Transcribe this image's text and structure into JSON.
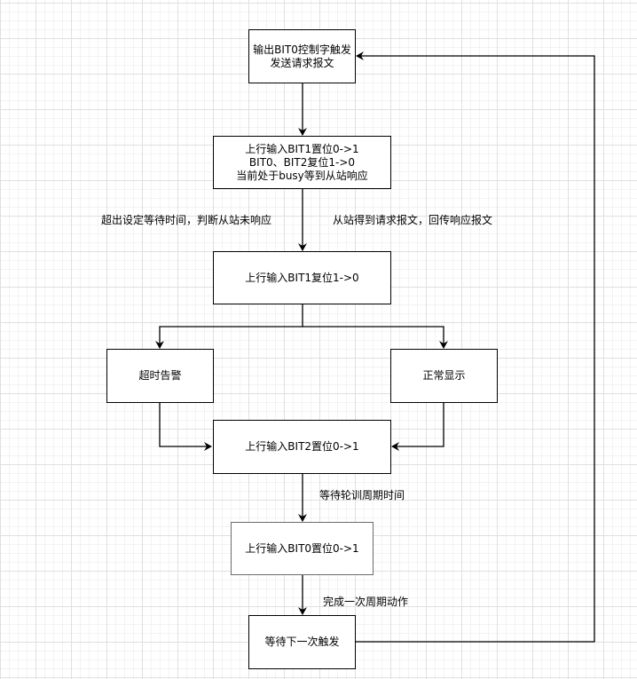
{
  "diagram": {
    "type": "flowchart",
    "nodes": [
      {
        "id": "n1",
        "text": "输出BIT0控制字触发\n发送请求报文"
      },
      {
        "id": "n2",
        "text": "上行输入BIT1置位0->1\nBIT0、BIT2复位1->0\n当前处于busy等到从站响应"
      },
      {
        "id": "n3",
        "text": "上行输入BIT1复位1->0"
      },
      {
        "id": "n4",
        "text": "超时告警"
      },
      {
        "id": "n5",
        "text": "正常显示"
      },
      {
        "id": "n6",
        "text": "上行输入BIT2置位0->1"
      },
      {
        "id": "n7",
        "text": "上行输入BIT0置位0->1"
      },
      {
        "id": "n8",
        "text": "等待下一次触发"
      }
    ],
    "edge_labels": {
      "timeout": "超出设定等待时间，判断从站未响应",
      "response": "从站得到请求报文，回传响应报文",
      "poll_wait": "等待轮训周期时间",
      "cycle_done": "完成一次周期动作"
    },
    "edges": [
      {
        "from": "n1",
        "to": "n2"
      },
      {
        "from": "n2",
        "to": "n3"
      },
      {
        "from": "n3",
        "to": "n4"
      },
      {
        "from": "n3",
        "to": "n5"
      },
      {
        "from": "n4",
        "to": "n6"
      },
      {
        "from": "n5",
        "to": "n6"
      },
      {
        "from": "n6",
        "to": "n7",
        "label": "poll_wait"
      },
      {
        "from": "n7",
        "to": "n8",
        "label": "cycle_done"
      },
      {
        "from": "n8",
        "to": "n1"
      }
    ]
  }
}
